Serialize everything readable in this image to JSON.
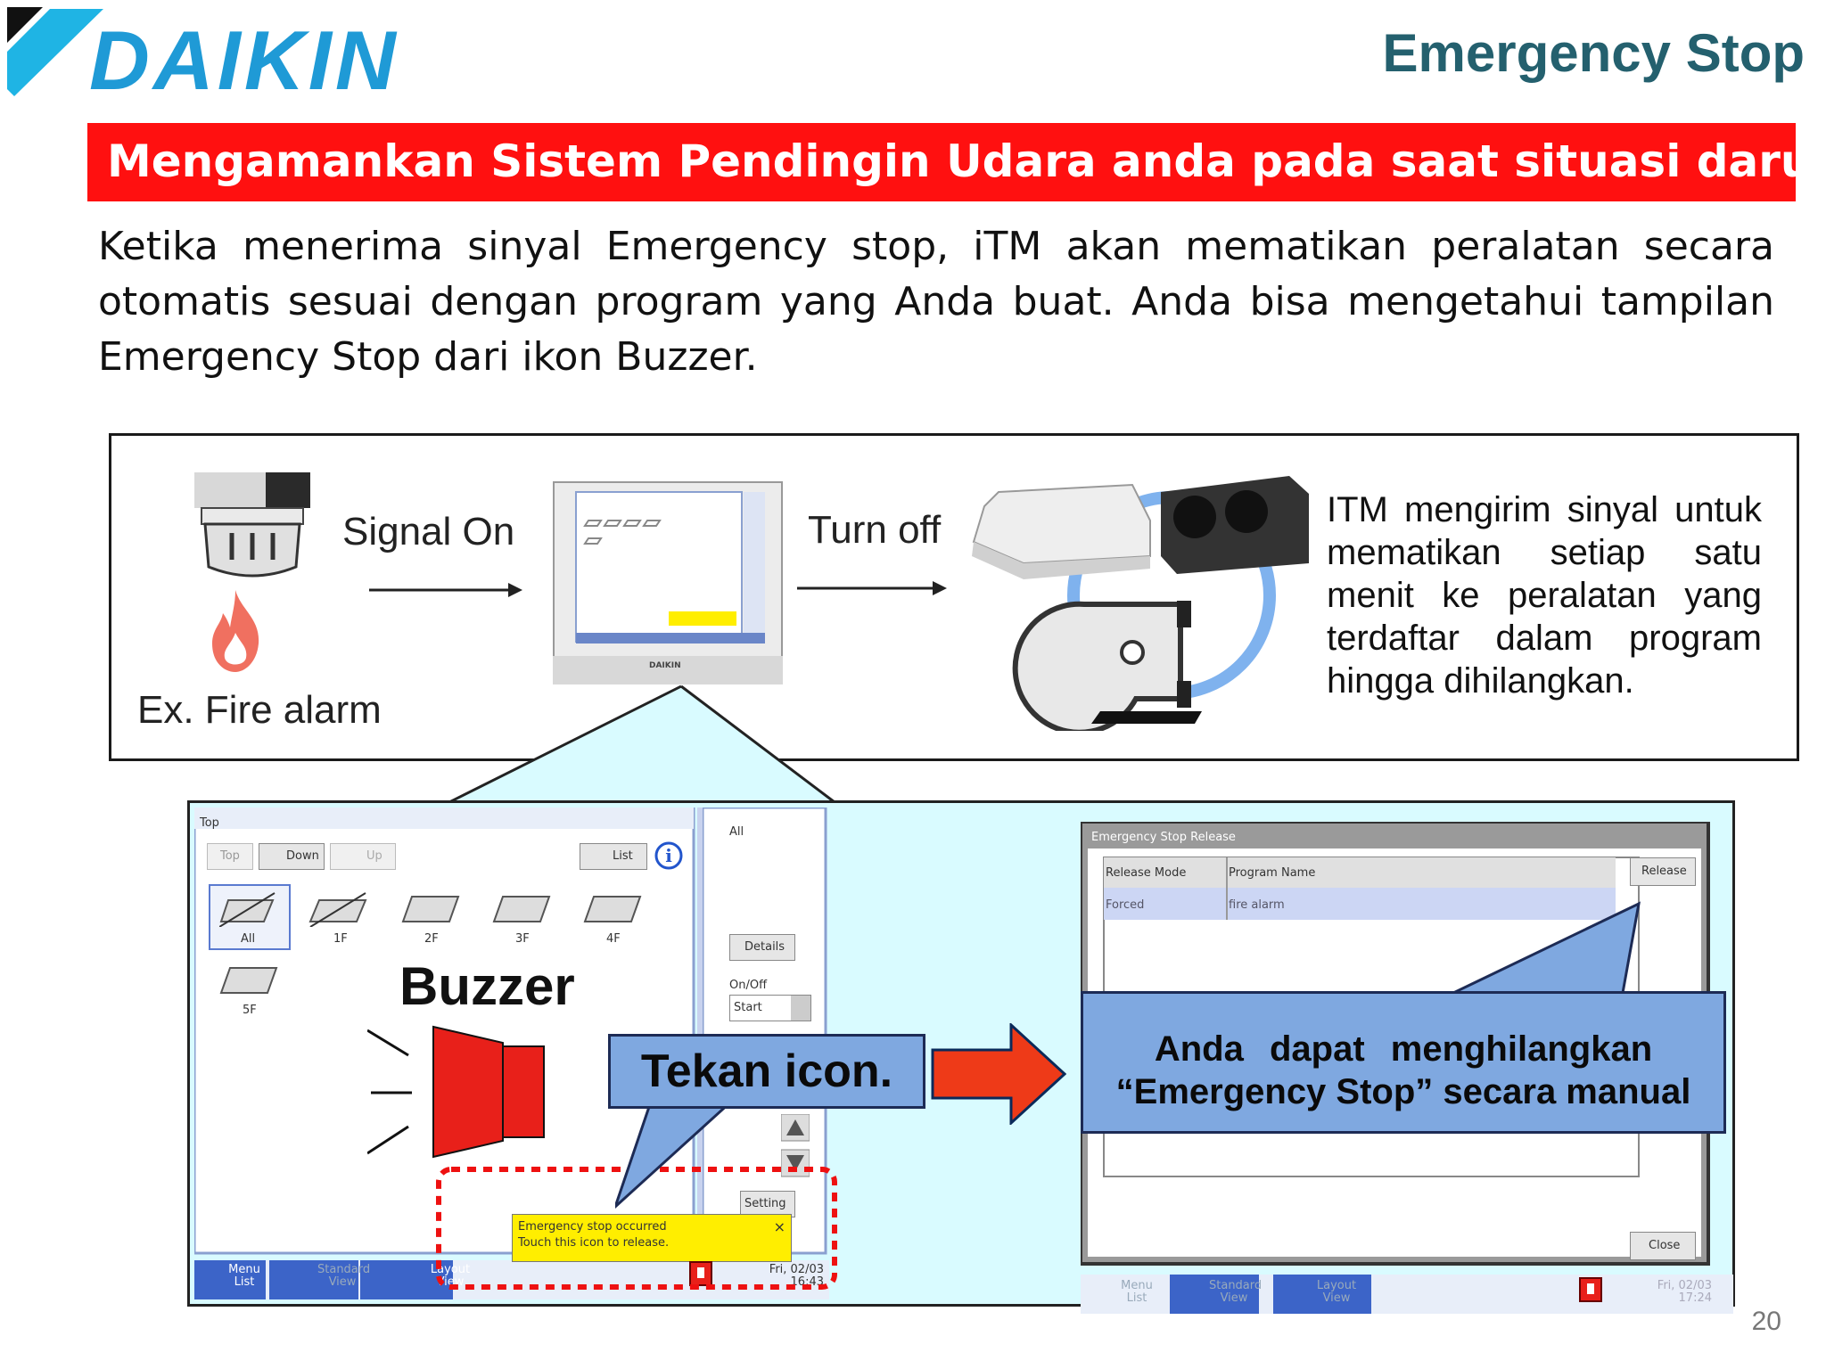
{
  "header": {
    "logo_text": "DAIKIN",
    "title": "Emergency Stop"
  },
  "banner": {
    "text": "Mengamankan Sistem Pendingin Udara anda pada saat situasi darurat."
  },
  "intro": {
    "text": "Ketika menerima sinyal Emergency stop, iTM akan mematikan peralatan secara otomatis sesuai dengan program yang Anda buat. Anda bisa mengetahui tampilan Emergency Stop dari ikon Buzzer."
  },
  "flow": {
    "fire_alarm_label": "Ex. Fire alarm",
    "signal_on_label": "Signal On",
    "turn_off_label": "Turn off",
    "itm_description": "ITM mengirim sinyal untuk mematikan setiap satu menit ke peralatan yang terdaftar dalam program hingga dihilangkan.",
    "tablet_brand": "DAIKIN"
  },
  "left_screen": {
    "breadcrumb": "Top",
    "buttons": {
      "top": "Top",
      "down": "Down",
      "up": "Up",
      "list": "List"
    },
    "tiles": [
      "All",
      "1F",
      "2F",
      "3F",
      "4F",
      "5F"
    ],
    "side_panel": {
      "header": "All",
      "details": "Details",
      "onoff_label": "On/Off",
      "start_value": "Start",
      "setting": "Setting"
    },
    "buzzer_label": "Buzzer",
    "tooltip_line1": "Emergency stop occurred",
    "tooltip_line2": "Touch this icon to release.",
    "tooltip_close": "×",
    "taskbar": {
      "menu_list": "Menu List",
      "standard_view": "Standard View",
      "layout_view": "Layout View",
      "datetime": "Fri, 02/03 16:43"
    }
  },
  "callouts": {
    "tekan": "Tekan icon.",
    "anda_line1": "Anda dapat menghilangkan",
    "anda_line2": "“Emergency Stop” secara manual"
  },
  "right_screen": {
    "window_title": "Emergency Stop Release",
    "col_release_mode": "Release Mode",
    "col_program_name": "Program Name",
    "row_mode": "Forced",
    "row_program": "fire alarm",
    "release_button": "Release",
    "close_button": "Close",
    "taskbar": {
      "menu_list": "Menu List",
      "standard_view": "Standard View",
      "layout_view": "Layout View",
      "datetime": "Fri, 02/03 17:24"
    }
  },
  "page_number": "20",
  "colors": {
    "daikin_blue": "#1f9ad6",
    "title_teal": "#24606e",
    "banner_red": "#ff1010",
    "callout_blue": "#7fa8e0",
    "panel_bg": "#d9fbff",
    "alert_red": "#e8201a"
  }
}
